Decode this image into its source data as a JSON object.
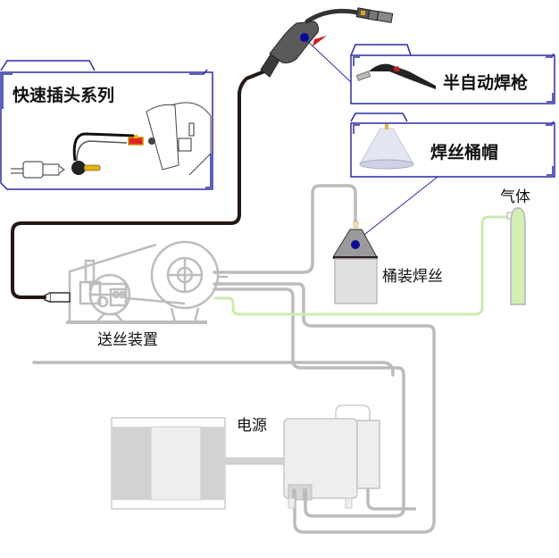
{
  "diagram": {
    "title": "半自动焊接系统示意图",
    "components": {
      "quick_connect": {
        "label": "快速插头系列"
      },
      "welding_torch": {
        "label": "半自动焊枪"
      },
      "drum_cap": {
        "label": "焊丝桶帽"
      },
      "gas": {
        "label": "气体"
      },
      "drum_wire": {
        "label": "桶装焊丝"
      },
      "wire_feeder": {
        "label": "送丝装置"
      },
      "power_source": {
        "label": "电源"
      }
    },
    "colors": {
      "callout_border": "#2a2aa6",
      "callout_dot": "#0a0a9a",
      "torch_cable": "#231815",
      "wire_line": "#bcbcbc",
      "gas_line": "#cdebb0",
      "gas_cylinder": "#d4eeb4"
    }
  }
}
